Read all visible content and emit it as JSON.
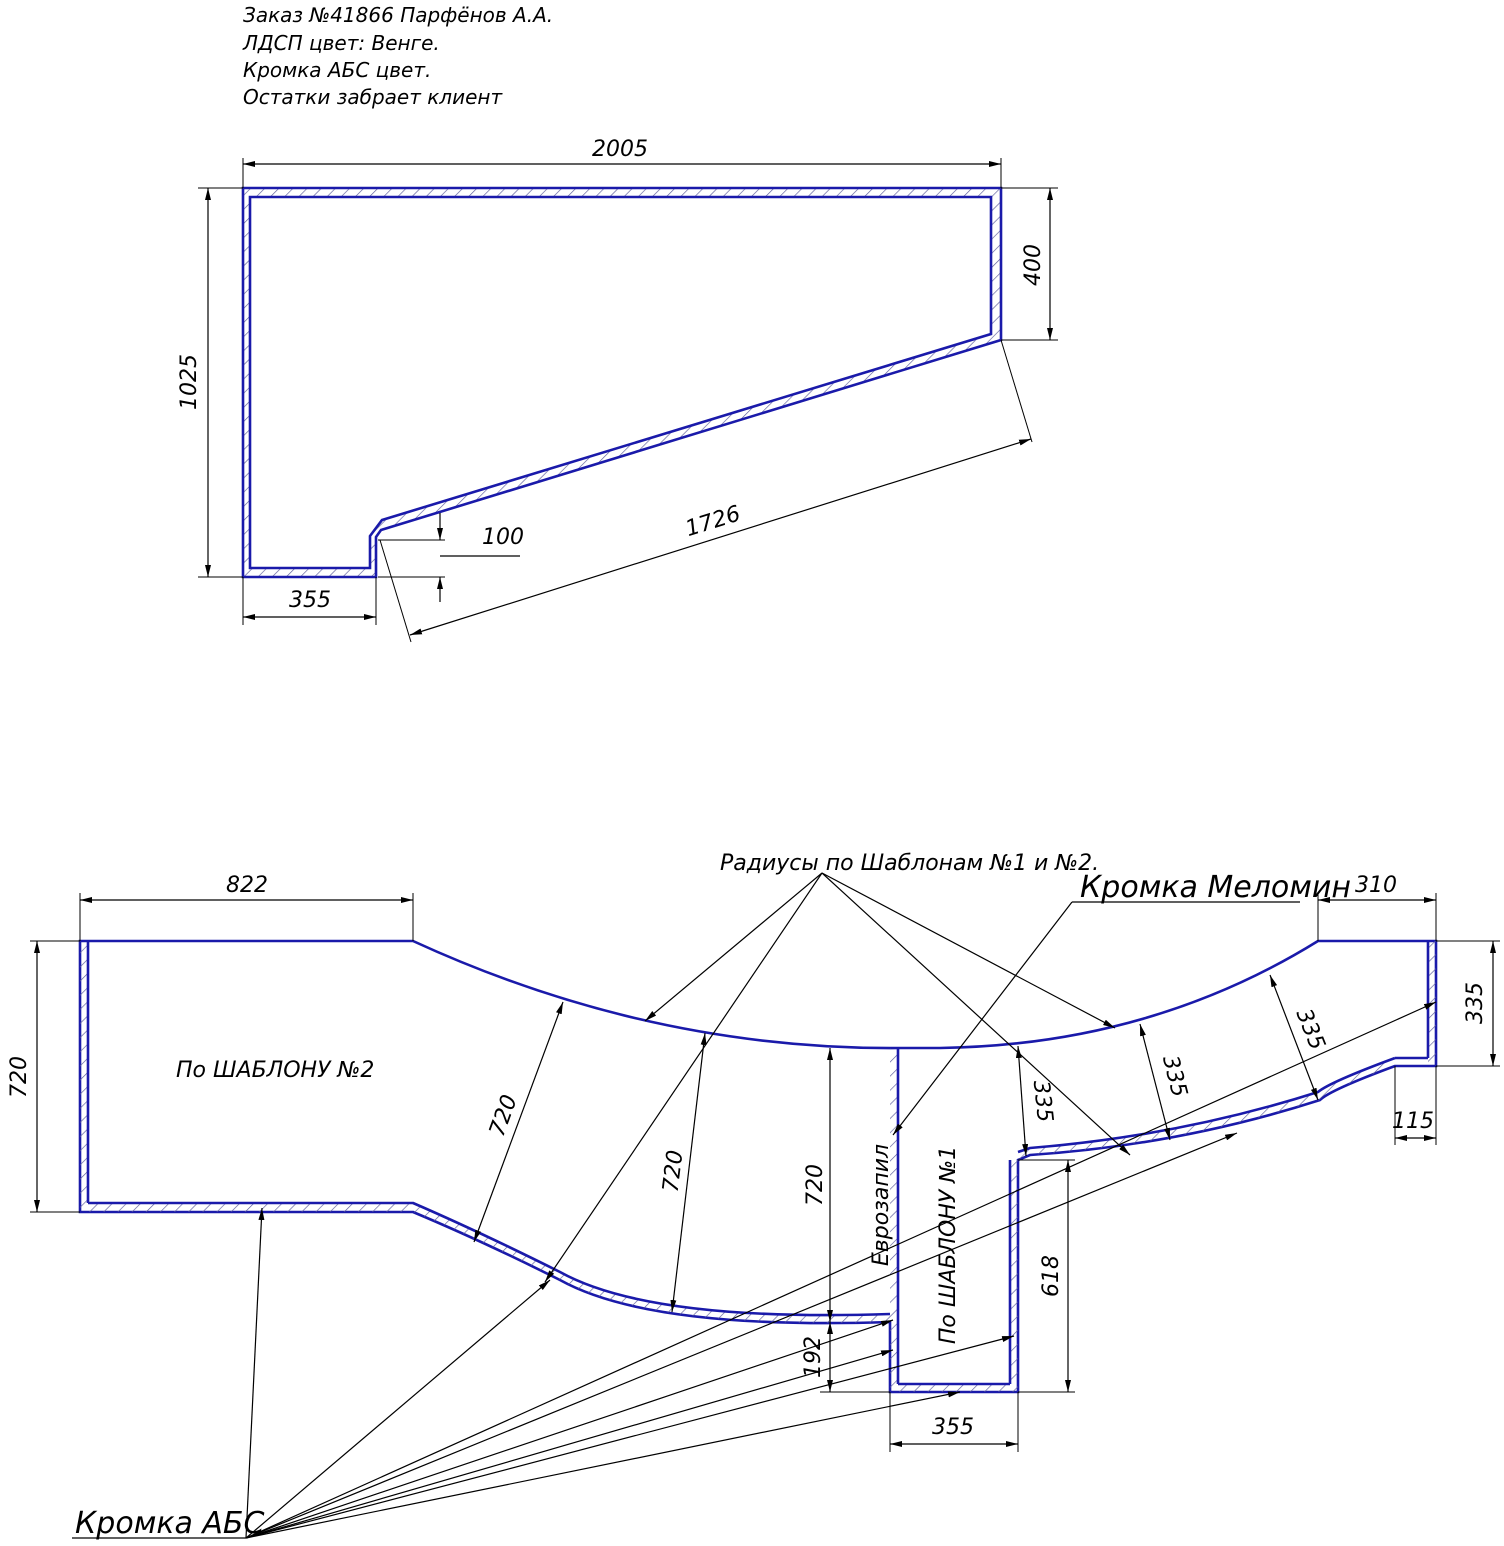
{
  "header": {
    "line1": "Заказ №41866 Парфёнов А.А.",
    "line2": "ЛДСП цвет: Венге.",
    "line3": "Кромка АБС цвет.",
    "line4": "Остатки забрает клиент"
  },
  "part1": {
    "dim_width": "2005",
    "dim_height": "1025",
    "dim_right": "400",
    "dim_diag": "1726",
    "dim_step": "100",
    "dim_bottom": "355"
  },
  "part2": {
    "dim_left_width": "822",
    "dim_left_height": "720",
    "dim_right_width": "310",
    "dim_right_height": "335",
    "dim_right_step": "115",
    "dim_arc_a": "720",
    "dim_arc_b": "720",
    "dim_arc_c": "720",
    "dim_335_a": "335",
    "dim_335_b": "335",
    "dim_335_c": "335",
    "dim_618": "618",
    "dim_192": "192",
    "dim_355": "355",
    "label_template2": "По ШАБЛОНУ №2",
    "label_template1": "По ШАБЛОНУ №1",
    "label_eurozapil": "Еврозапил",
    "label_radii": "Радиусы по Шаблонам №1 и №2.",
    "label_melomin": "Кромка Меломин",
    "label_abs": "Кромка АБС"
  },
  "colors": {
    "edge": "#1a1aaa",
    "line": "#000000"
  }
}
